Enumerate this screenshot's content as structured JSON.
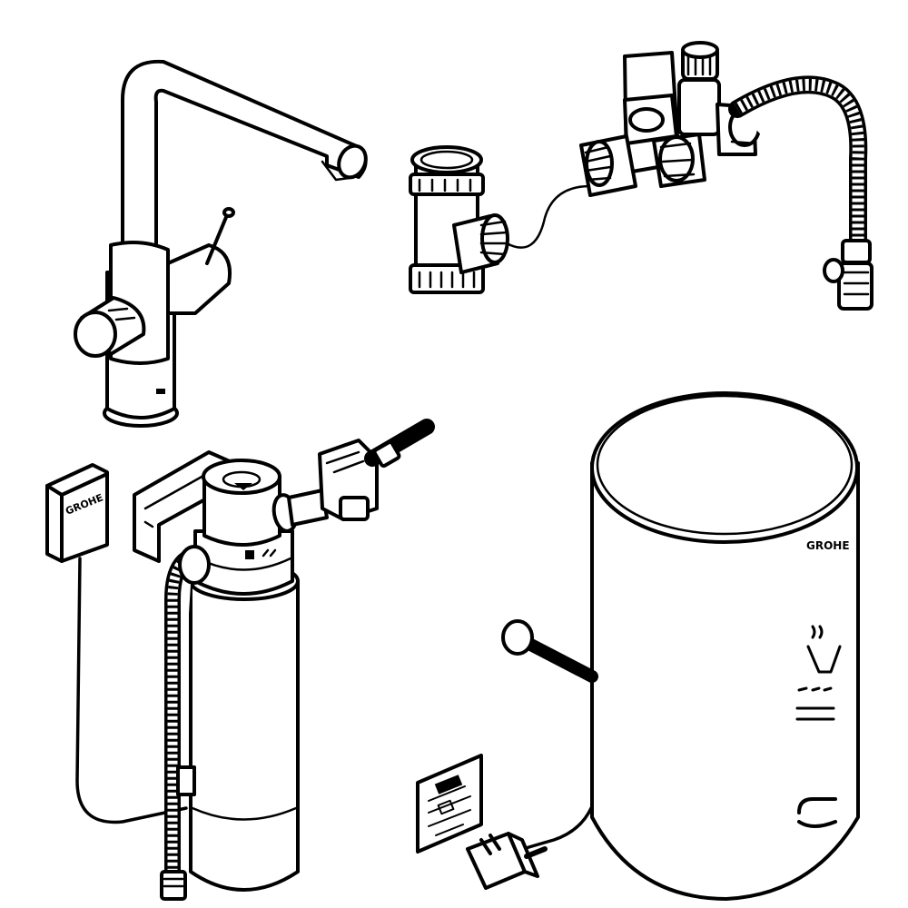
{
  "diagram": {
    "background": "#ffffff",
    "line_color": "#000000",
    "components": [
      {
        "id": "kitchen-faucet",
        "icon": "faucet-icon"
      },
      {
        "id": "tee-connector",
        "icon": "tee-fitting-icon"
      },
      {
        "id": "mixing-valve-assembly",
        "icon": "valve-icon"
      },
      {
        "id": "remote-display-box",
        "icon": "display-icon",
        "label": "GROHE"
      },
      {
        "id": "water-filter-unit",
        "icon": "filter-icon"
      },
      {
        "id": "boiler-tank",
        "icon": "boiler-icon",
        "label": "GROHE"
      },
      {
        "id": "label-sticker",
        "icon": "sticker-icon"
      },
      {
        "id": "power-plug",
        "icon": "plug-icon"
      }
    ]
  }
}
